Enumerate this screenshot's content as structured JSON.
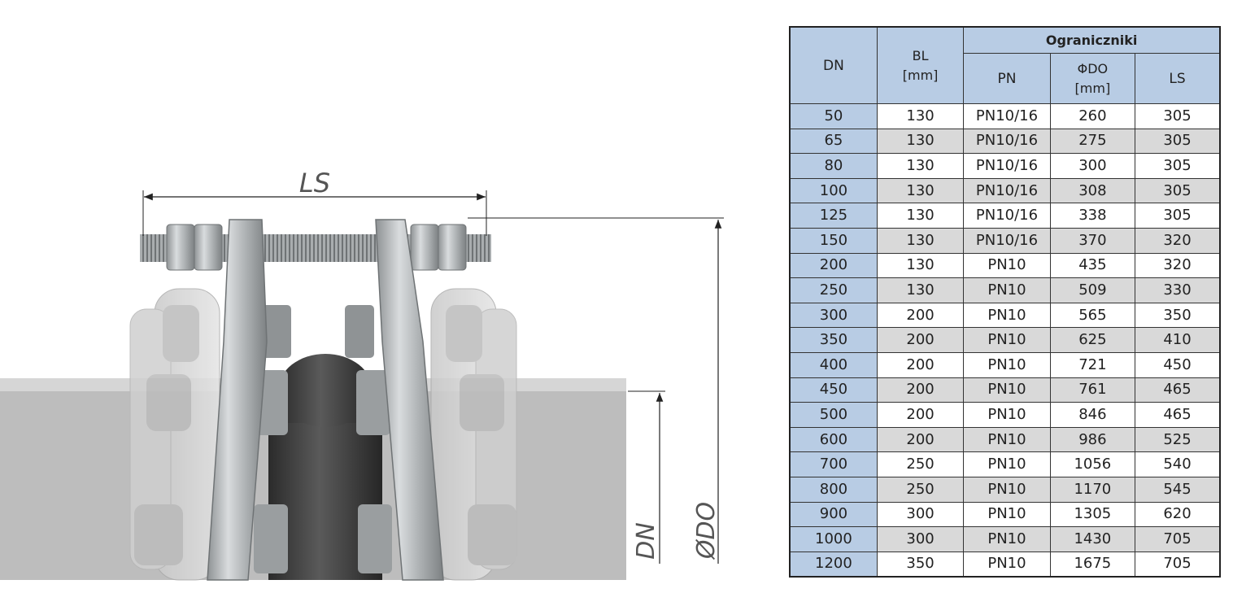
{
  "drawing": {
    "labels": {
      "ls": "LS",
      "dn": "DN",
      "do": "ØDO"
    }
  },
  "table": {
    "headers": {
      "dn": "DN",
      "bl": "BL",
      "bl_unit": "[mm]",
      "group": "Ograniczniki",
      "pn": "PN",
      "do": "ΦDO",
      "do_unit": "[mm]",
      "ls": "LS"
    },
    "rows": [
      {
        "dn": "50",
        "bl": "130",
        "pn": "PN10/16",
        "do": "260",
        "ls": "305"
      },
      {
        "dn": "65",
        "bl": "130",
        "pn": "PN10/16",
        "do": "275",
        "ls": "305"
      },
      {
        "dn": "80",
        "bl": "130",
        "pn": "PN10/16",
        "do": "300",
        "ls": "305"
      },
      {
        "dn": "100",
        "bl": "130",
        "pn": "PN10/16",
        "do": "308",
        "ls": "305"
      },
      {
        "dn": "125",
        "bl": "130",
        "pn": "PN10/16",
        "do": "338",
        "ls": "305"
      },
      {
        "dn": "150",
        "bl": "130",
        "pn": "PN10/16",
        "do": "370",
        "ls": "320"
      },
      {
        "dn": "200",
        "bl": "130",
        "pn": "PN10",
        "do": "435",
        "ls": "320"
      },
      {
        "dn": "250",
        "bl": "130",
        "pn": "PN10",
        "do": "509",
        "ls": "330"
      },
      {
        "dn": "300",
        "bl": "200",
        "pn": "PN10",
        "do": "565",
        "ls": "350"
      },
      {
        "dn": "350",
        "bl": "200",
        "pn": "PN10",
        "do": "625",
        "ls": "410"
      },
      {
        "dn": "400",
        "bl": "200",
        "pn": "PN10",
        "do": "721",
        "ls": "450"
      },
      {
        "dn": "450",
        "bl": "200",
        "pn": "PN10",
        "do": "761",
        "ls": "465"
      },
      {
        "dn": "500",
        "bl": "200",
        "pn": "PN10",
        "do": "846",
        "ls": "465"
      },
      {
        "dn": "600",
        "bl": "200",
        "pn": "PN10",
        "do": "986",
        "ls": "525"
      },
      {
        "dn": "700",
        "bl": "250",
        "pn": "PN10",
        "do": "1056",
        "ls": "540"
      },
      {
        "dn": "800",
        "bl": "250",
        "pn": "PN10",
        "do": "1170",
        "ls": "545"
      },
      {
        "dn": "900",
        "bl": "300",
        "pn": "PN10",
        "do": "1305",
        "ls": "620"
      },
      {
        "dn": "1000",
        "bl": "300",
        "pn": "PN10",
        "do": "1430",
        "ls": "705"
      },
      {
        "dn": "1200",
        "bl": "350",
        "pn": "PN10",
        "do": "1675",
        "ls": "705"
      }
    ]
  }
}
